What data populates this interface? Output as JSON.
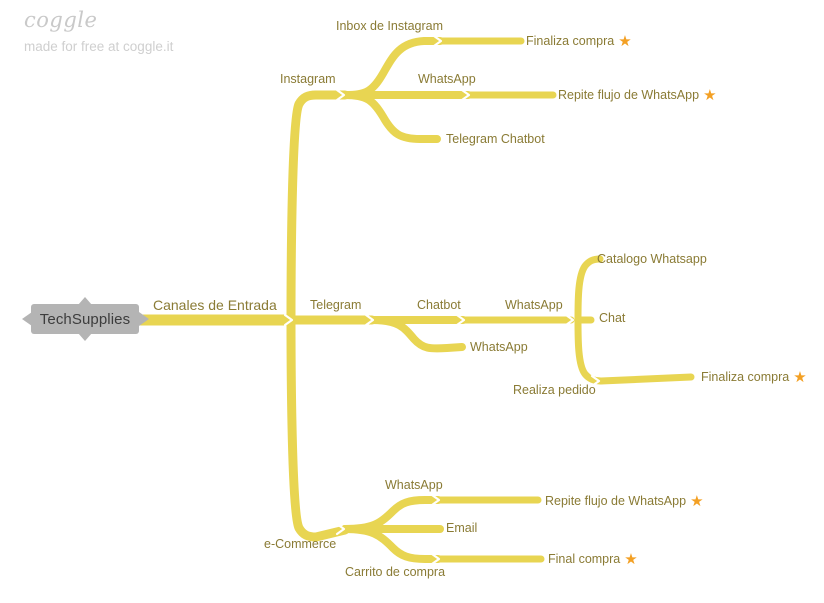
{
  "app": {
    "logo_word": "coggle",
    "logo_tagline": "made for free at coggle.it"
  },
  "colors": {
    "branch": "#E8D552",
    "branch_light": "#EFDF7E",
    "text": "#8a7b35",
    "root_fill": "#b4b4b4",
    "root_text": "#3d3d3d",
    "star": "#f3a024",
    "background": "#ffffff",
    "logo": "#c9c9c9"
  },
  "root": {
    "label": "TechSupplies"
  },
  "nodes": {
    "canales_de_entrada": "Canales de Entrada",
    "instagram": "Instagram",
    "inbox_de_instagram": "Inbox de Instagram",
    "finaliza_compra_ig": "Finaliza compra",
    "whatsapp_ig": "WhatsApp",
    "repite_flujo_wa_ig": "Repite flujo de WhatsApp",
    "telegram_chatbot": "Telegram Chatbot",
    "telegram": "Telegram",
    "chatbot": "Chatbot",
    "whatsapp_tg_leaf": "WhatsApp",
    "whatsapp_tg": "WhatsApp",
    "catalogo_whatsapp": "Catalogo Whatsapp",
    "chat": "Chat",
    "realiza_pedido": "Realiza pedido",
    "finaliza_compra_tg": "Finaliza compra",
    "ecommerce": "e-Commerce",
    "whatsapp_ec": "WhatsApp",
    "repite_flujo_wa_ec": "Repite flujo de WhatsApp",
    "email": "Email",
    "carrito_de_compra": "Carrito de compra",
    "final_compra": "Final compra"
  },
  "star_glyph": "★",
  "mindmap": {
    "type": "tree",
    "root": "TechSupplies",
    "branches": [
      {
        "label": "Canales de Entrada",
        "children": [
          {
            "label": "Instagram",
            "children": [
              {
                "label": "Inbox de Instagram",
                "children": [
                  {
                    "label": "Finaliza compra",
                    "starred": true
                  }
                ]
              },
              {
                "label": "WhatsApp",
                "children": [
                  {
                    "label": "Repite flujo de WhatsApp",
                    "starred": true
                  }
                ]
              },
              {
                "label": "Telegram Chatbot",
                "children": []
              }
            ]
          },
          {
            "label": "Telegram",
            "children": [
              {
                "label": "Chatbot",
                "children": [
                  {
                    "label": "WhatsApp",
                    "children": [
                      {
                        "label": "Catalogo Whatsapp",
                        "children": []
                      },
                      {
                        "label": "Chat",
                        "children": []
                      },
                      {
                        "label": "Realiza pedido",
                        "children": [
                          {
                            "label": "Finaliza compra",
                            "starred": true
                          }
                        ]
                      }
                    ]
                  }
                ]
              },
              {
                "label": "WhatsApp",
                "children": []
              }
            ]
          },
          {
            "label": "e-Commerce",
            "children": [
              {
                "label": "WhatsApp",
                "children": [
                  {
                    "label": "Repite flujo de WhatsApp",
                    "starred": true
                  }
                ]
              },
              {
                "label": "Email",
                "children": []
              },
              {
                "label": "Carrito de compra",
                "children": [
                  {
                    "label": "Final compra",
                    "starred": true
                  }
                ]
              }
            ]
          }
        ]
      }
    ]
  }
}
